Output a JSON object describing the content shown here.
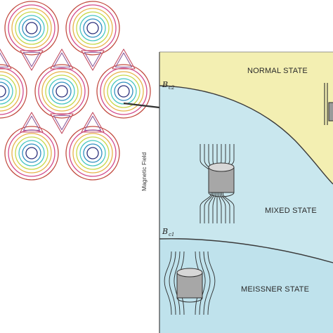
{
  "diagram": {
    "y_axis_label": "Magnetic Field",
    "critical_fields": {
      "upper": {
        "symbol": "B",
        "subscript": "c2"
      },
      "lower": {
        "symbol": "B",
        "subscript": "c1"
      }
    },
    "regions": {
      "normal": "NORMAL STATE",
      "mixed": "MIXED STATE",
      "meissner": "MEISSNER STATE"
    },
    "colors": {
      "normal_fill": "#f3efb2",
      "mixed_fill": "#c9e7ee",
      "meissner_fill": "#bfe2ec",
      "boundary": "#3a3a3a",
      "field_lines": "#2b2b2b",
      "contour_palette": [
        "#2a2f7a",
        "#2f8fc0",
        "#48c7c1",
        "#c9d84a",
        "#e7b24a",
        "#d14a8c",
        "#c24a3f"
      ]
    }
  }
}
